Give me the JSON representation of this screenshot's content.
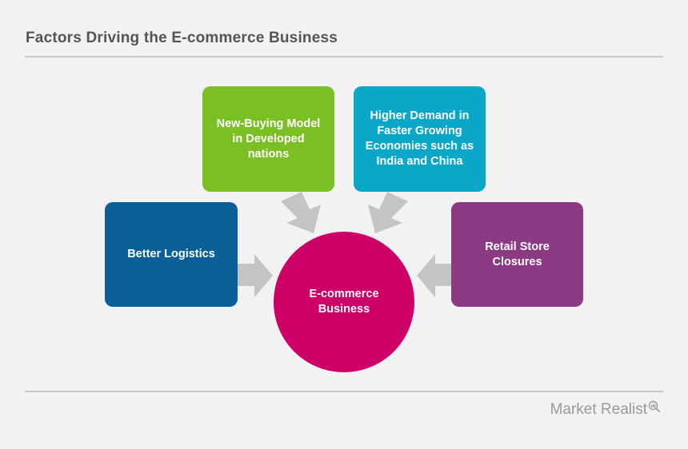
{
  "title": "Factors Driving the E-commerce  Business",
  "center": {
    "label": "E-commerce\nBusiness",
    "color": "#cc0066"
  },
  "factors": [
    {
      "label": "New-Buying Model\nin Developed\nnations",
      "color": "#7abf24"
    },
    {
      "label": "Higher Demand in\nFaster Growing\nEconomies such as\nIndia and China",
      "color": "#0aa7c9"
    },
    {
      "label": "Better Logistics",
      "color": "#0a5f98"
    },
    {
      "label": "Retail Store\nClosures",
      "color": "#8b3a83"
    }
  ],
  "arrow_color": "#c4c4c4",
  "brand": {
    "name": "Market Realist",
    "icon": "magnifier-chart-icon"
  }
}
